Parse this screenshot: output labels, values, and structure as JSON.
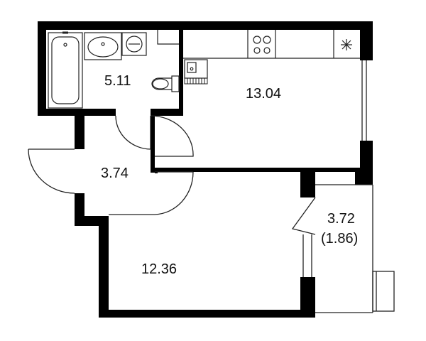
{
  "colors": {
    "wall": "#000000",
    "line": "#222222",
    "background": "#ffffff"
  },
  "rooms": [
    {
      "id": "bathroom",
      "area": "5.11"
    },
    {
      "id": "kitchen-living",
      "area": "13.04"
    },
    {
      "id": "hallway",
      "area": "3.74"
    },
    {
      "id": "bedroom",
      "area": "12.36"
    },
    {
      "id": "loggia",
      "area": "3.72",
      "area_reduced": "(1.86)"
    }
  ],
  "fixtures": [
    {
      "id": "bathtub",
      "icon": "bathtub-icon"
    },
    {
      "id": "washbasin",
      "icon": "washbasin-icon"
    },
    {
      "id": "washing-machine",
      "icon": "washing-machine-icon"
    },
    {
      "id": "toilet",
      "icon": "toilet-icon"
    },
    {
      "id": "cooktop",
      "icon": "cooktop-icon"
    },
    {
      "id": "kitchen-sink",
      "icon": "kitchen-sink-icon"
    },
    {
      "id": "boiler",
      "icon": "boiler-icon"
    },
    {
      "id": "radiator",
      "icon": "radiator-icon"
    }
  ]
}
